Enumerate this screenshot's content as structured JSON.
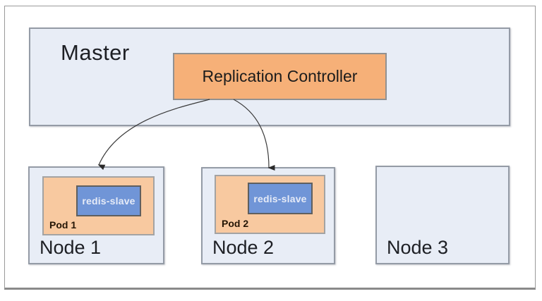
{
  "diagram": {
    "master": {
      "label": "Master",
      "controller_label": "Replication Controller"
    },
    "nodes": [
      {
        "label": "Node 1",
        "pod": {
          "label": "Pod 1",
          "container_label": "redis-slave"
        }
      },
      {
        "label": "Node 2",
        "pod": {
          "label": "Pod 2",
          "container_label": "redis-slave"
        }
      },
      {
        "label": "Node 3"
      }
    ],
    "colors": {
      "cluster_fill": "#e8edf6",
      "cluster_border": "#949ba6",
      "controller_fill": "#f6b078",
      "pod_fill": "#f8c9a0",
      "container_fill": "#7095d7",
      "container_text": "#e6ebf7",
      "label_text": "#1d1f24",
      "arrow": "#3a3a3a"
    }
  }
}
